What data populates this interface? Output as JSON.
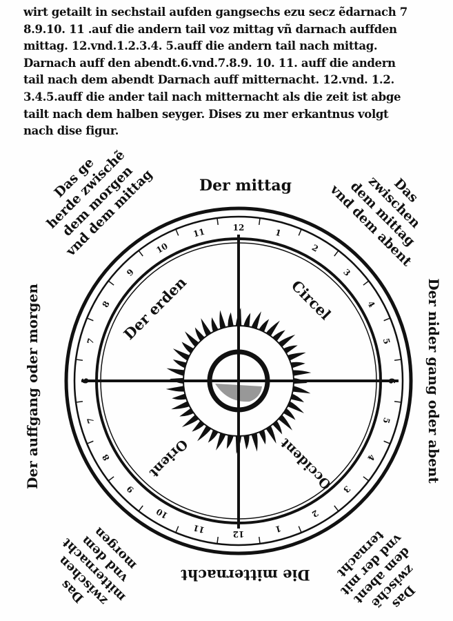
{
  "text_lines": [
    "wirt getailt in sechstail aufden gangsechs ezu secz ẽdarnach 7",
    "8.9.10. 11 .auf die andern tail voz mittag vñ darnach auffden",
    "mittag. 12.vnd.1.2.3.4. 5.auff die andern tail nach mittag.",
    "Darnach auff den abendt.6.vnd.7.8.9. 10. 11. auff die andern",
    "tail nach dem abendt Darnach auff mitternacht. 12.vnd. 1.2.",
    "3.4.5.auff die ander tail nach mitternacht als die zeit ist abge",
    "tailt nach dem halben seyger. Dises zu mer erkantnus volgt",
    "nach dise figur."
  ],
  "labels": {
    "top": "Der mittag",
    "bottom": "Die mitternacht",
    "left": "Der auffgang oder morgen",
    "right": "Der nider gang oder abent",
    "nw": [
      "Das ge",
      "herde zwischẽ",
      "dem morgen",
      "vnd dem mittag"
    ],
    "ne": [
      "Das",
      "zwischen",
      "dem mittag",
      "vnd dem abent"
    ],
    "sw": [
      "Das",
      "zwischen",
      "mitternacht",
      "vnd dem",
      "morgen"
    ],
    "se": [
      "Das",
      "zwischẽ",
      "dem abent",
      "vnd der mit",
      "ternacht"
    ]
  },
  "inner": {
    "q1": "Der erden",
    "q2": "Circel",
    "q3": "Occident",
    "q4": "Orient"
  },
  "hours_top": [
    "6",
    "7",
    "8",
    "9",
    "10",
    "11",
    "12",
    "1",
    "2",
    "3",
    "4",
    "5",
    "6"
  ],
  "hours_bottom": [
    "6",
    "5",
    "4",
    "3",
    "2",
    "1",
    "12",
    "11",
    "10",
    "9",
    "8",
    "7",
    "6"
  ]
}
